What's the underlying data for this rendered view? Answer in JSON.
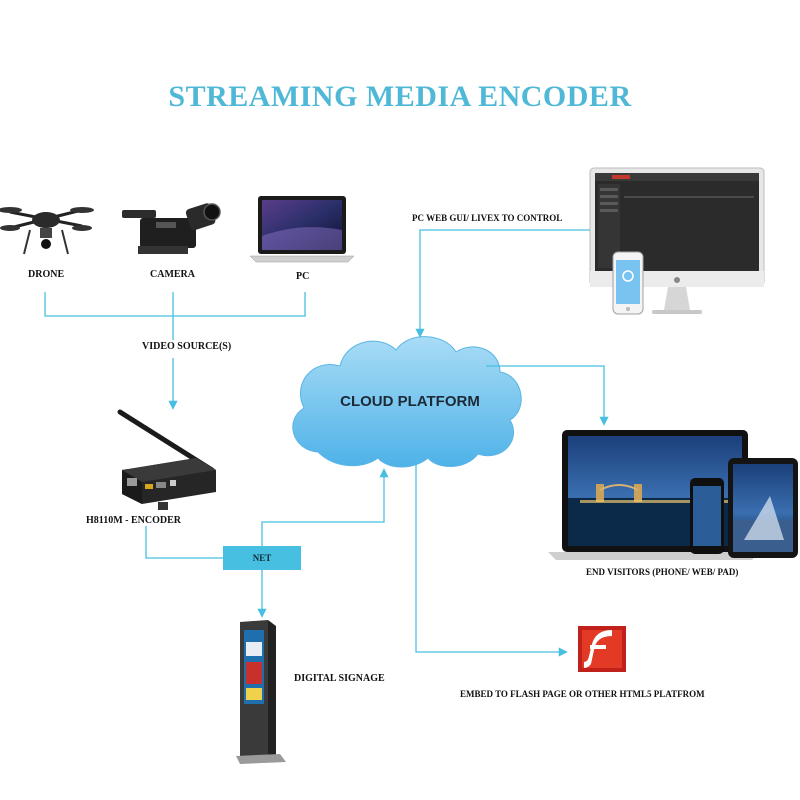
{
  "title": "STREAMING MEDIA ENCODER",
  "sources": {
    "drone": "DRONE",
    "camera": "CAMERA",
    "pc": "PC",
    "group_label": "VIDEO SOURCE(S)"
  },
  "encoder": "H8110M  -  ENCODER",
  "net": "NET",
  "signage": "DIGITAL SIGNAGE",
  "cloud": "CLOUD PLATFORM",
  "control": "PC WEB GUI/ LIVEX TO CONTROL",
  "visitors": "END VISITORS (PHONE/ WEB/  PAD)",
  "embed": "EMBED TO  FLASH PAGE OR OTHER HTML5 PLATFROM",
  "colors": {
    "accent": "#4fb8d6",
    "line": "#47bfe0",
    "cloud": "#6fc4ef"
  }
}
